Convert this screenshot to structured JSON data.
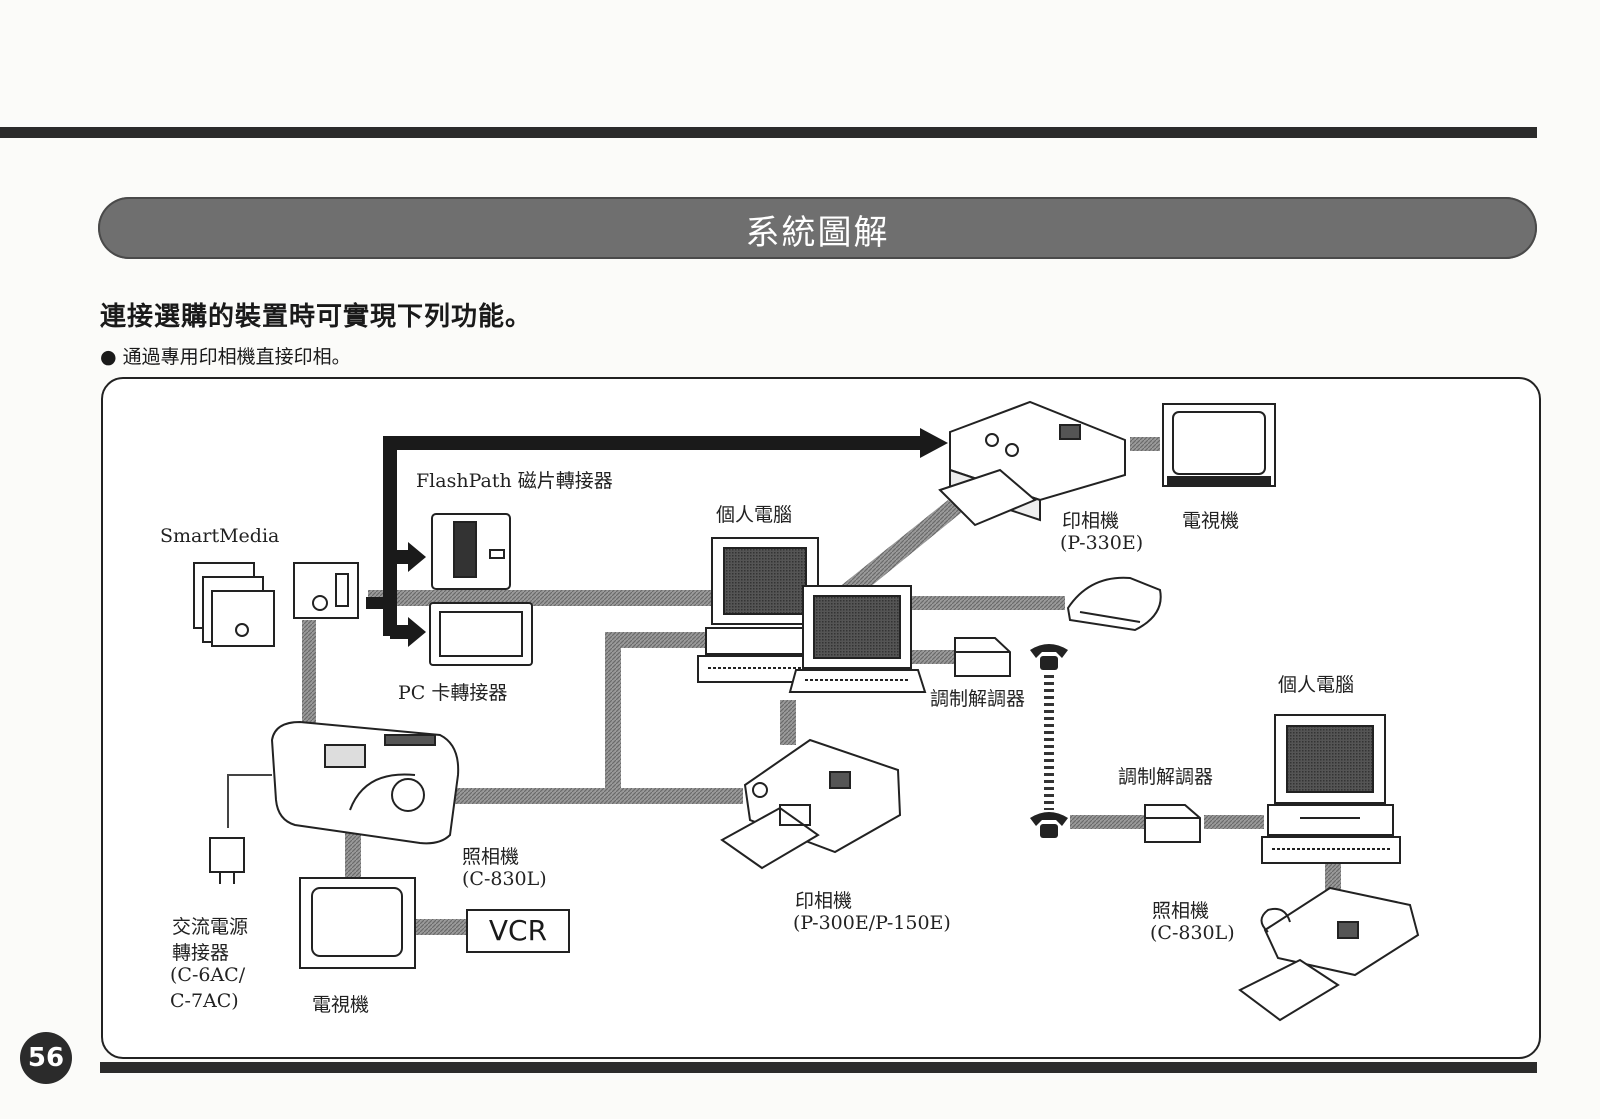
{
  "page": {
    "banner_title": "系統圖解",
    "heading": "連接選購的裝置時可實現下列功能。",
    "bullet": "● 通過專用印相機直接印相。",
    "page_number": "56"
  },
  "diagram": {
    "labels": {
      "flashpath": "FlashPath  磁片轉接器",
      "smartmedia": "SmartMedia",
      "pc_card": "PC  卡轉接器",
      "pc_center": "個人電腦",
      "printer_top_1": "印相機",
      "printer_top_2": "(P-330E)",
      "tv_top": "電視機",
      "modem_left": "調制解調器",
      "pc_right": "個人電腦",
      "modem_right": "調制解調器",
      "camera_left_1": "照相機",
      "camera_left_2": "(C-830L)",
      "printer_mid_1": "印相機",
      "printer_mid_2": "(P-300E/P-150E)",
      "camera_right_1": "照相機",
      "camera_right_2": "(C-830L)",
      "ac_1": "交流電源",
      "ac_2": "轉接器",
      "ac_3": "(C-6AC/",
      "ac_4": "C-7AC)",
      "tv_bottom": "電視機",
      "vcr": "VCR"
    }
  }
}
